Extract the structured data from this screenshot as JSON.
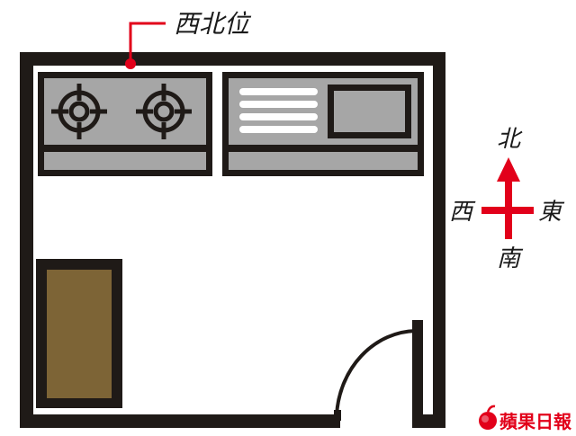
{
  "diagram": {
    "callout_label": "西北位",
    "compass": {
      "north": "北",
      "south": "南",
      "east": "東",
      "west": "西"
    },
    "watermark": "蘋果日報",
    "colors": {
      "accent": "#e2001a",
      "wall": "#1f1a17",
      "appliance_gray": "#a6a6a6",
      "cabinet_brown": "#7d6436"
    },
    "icons": [
      "stove-burner-icon",
      "apple-logo-icon",
      "compass-arrow-icon"
    ]
  }
}
